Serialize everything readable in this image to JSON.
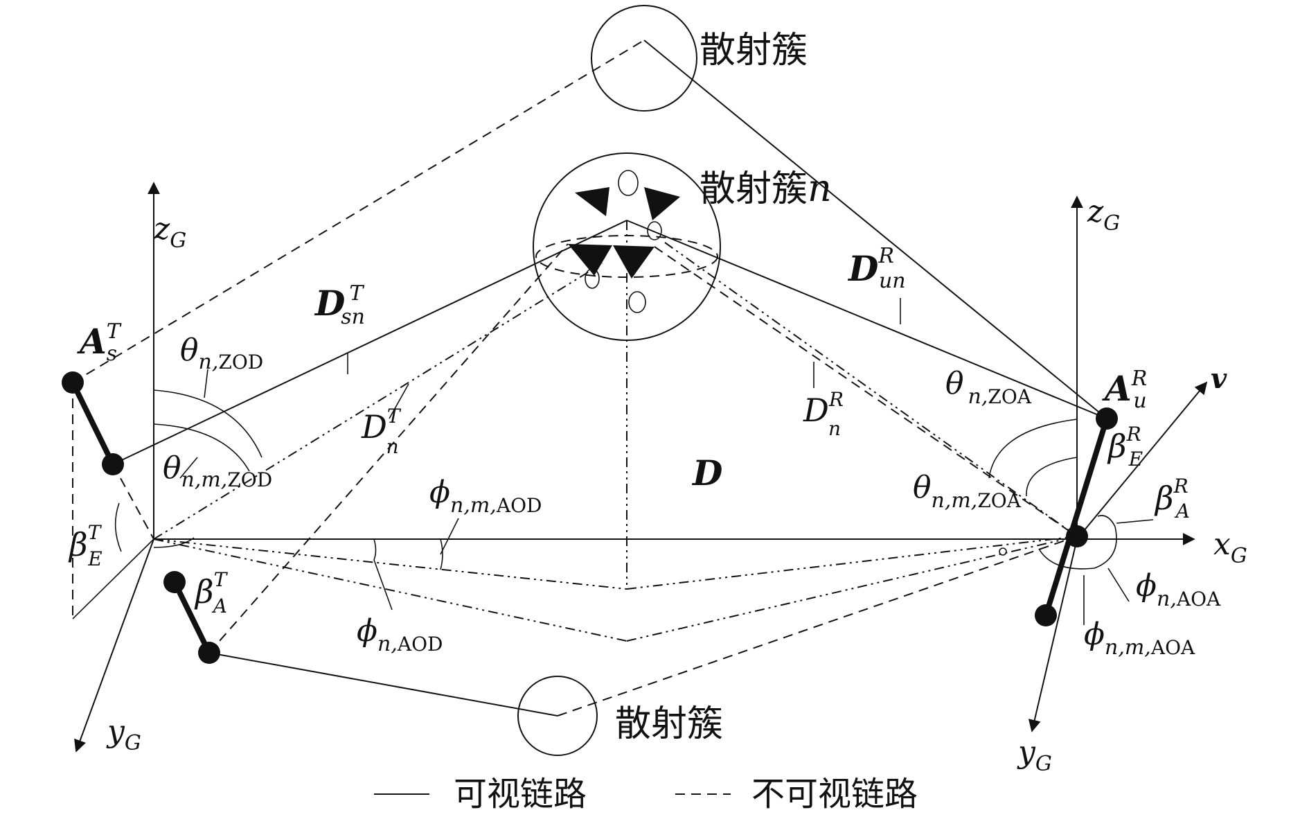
{
  "clusters": {
    "top": "散射簇",
    "middle": "散射簇",
    "middle_index": "n",
    "bottom": "散射簇"
  },
  "axes": {
    "z_left": {
      "sym": "z",
      "sub": "G"
    },
    "z_right": {
      "sym": "z",
      "sub": "G"
    },
    "x_right": {
      "sym": "x",
      "sub": "G"
    },
    "y_left": {
      "sym": "y",
      "sub": "G"
    },
    "y_right": {
      "sym": "y",
      "sub": "G"
    }
  },
  "antennas": {
    "tx": {
      "sym": "A",
      "sup": "T",
      "sub": "s"
    },
    "rx": {
      "sym": "A",
      "sup": "R",
      "sub": "u"
    }
  },
  "vectors": {
    "d_sn": {
      "sym": "D",
      "sup": "T",
      "sub": "sn"
    },
    "d_un": {
      "sym": "D",
      "sup": "R",
      "sub": "un"
    },
    "d_n_t": {
      "sym": "D",
      "sup": "T",
      "sub": "n"
    },
    "d_n_r": {
      "sym": "D",
      "sup": "R",
      "sub": "n"
    },
    "d": {
      "sym": "D"
    },
    "v": {
      "sym": "v"
    }
  },
  "angles": {
    "theta_zod": {
      "sym": "θ",
      "sub_it": "n,",
      "sub_rm": "ZOD"
    },
    "theta_m_zod": {
      "sym": "θ",
      "sub_it": "n,m,",
      "sub_rm": "ZOD"
    },
    "theta_zoa": {
      "sym": "θ",
      "sub_it": "n,",
      "sub_rm": "ZOA"
    },
    "theta_m_zoa": {
      "sym": "θ",
      "sub_it": "n,m,",
      "sub_rm": "ZOA"
    },
    "phi_m_aod": {
      "sym": "ϕ",
      "sub_it": "n,m,",
      "sub_rm": "AOD"
    },
    "phi_aod": {
      "sym": "ϕ",
      "sub_it": "n,",
      "sub_rm": "AOD"
    },
    "phi_aoa": {
      "sym": "ϕ",
      "sub_it": "n,",
      "sub_rm": "AOA"
    },
    "phi_m_aoa": {
      "sym": "ϕ",
      "sub_it": "n,m,",
      "sub_rm": "AOA"
    },
    "beta_e_t": {
      "sym": "β",
      "sup": "T",
      "sub": "E"
    },
    "beta_a_t": {
      "sym": "β",
      "sup": "T",
      "sub": "A"
    },
    "beta_e_r": {
      "sym": "β",
      "sup": "R",
      "sub": "E"
    },
    "beta_a_r": {
      "sym": "β",
      "sup": "R",
      "sub": "A"
    }
  },
  "legend": {
    "los_label": "可视链路",
    "nlos_label": "不可视链路"
  }
}
